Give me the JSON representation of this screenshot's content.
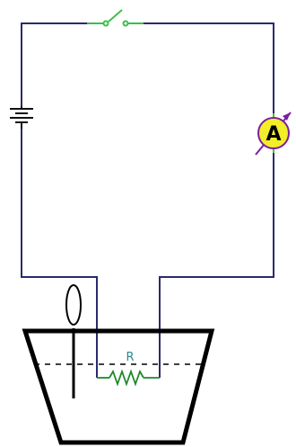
{
  "diagram": {
    "ammeter_label": "A",
    "resistor_label": "R"
  },
  "colors": {
    "wire": "#2a2a6e",
    "switch": "#3bbf4a",
    "battery": "#111111",
    "ammeter_fill": "#f2ee2a",
    "ammeter_stroke": "#7a1fa0",
    "ammeter_lead": "#40c040",
    "resistor": "#1c8a2a",
    "resistor_label": "#2a8a8a",
    "beaker": "#000000",
    "water_line": "#000000",
    "thermometer": "#000000"
  },
  "icons": {
    "switch": "switch-open-symbol",
    "battery": "battery-symbol",
    "ammeter": "ammeter-symbol",
    "resistor": "resistor-symbol",
    "thermometer": "thermometer-icon",
    "beaker": "beaker-container"
  }
}
